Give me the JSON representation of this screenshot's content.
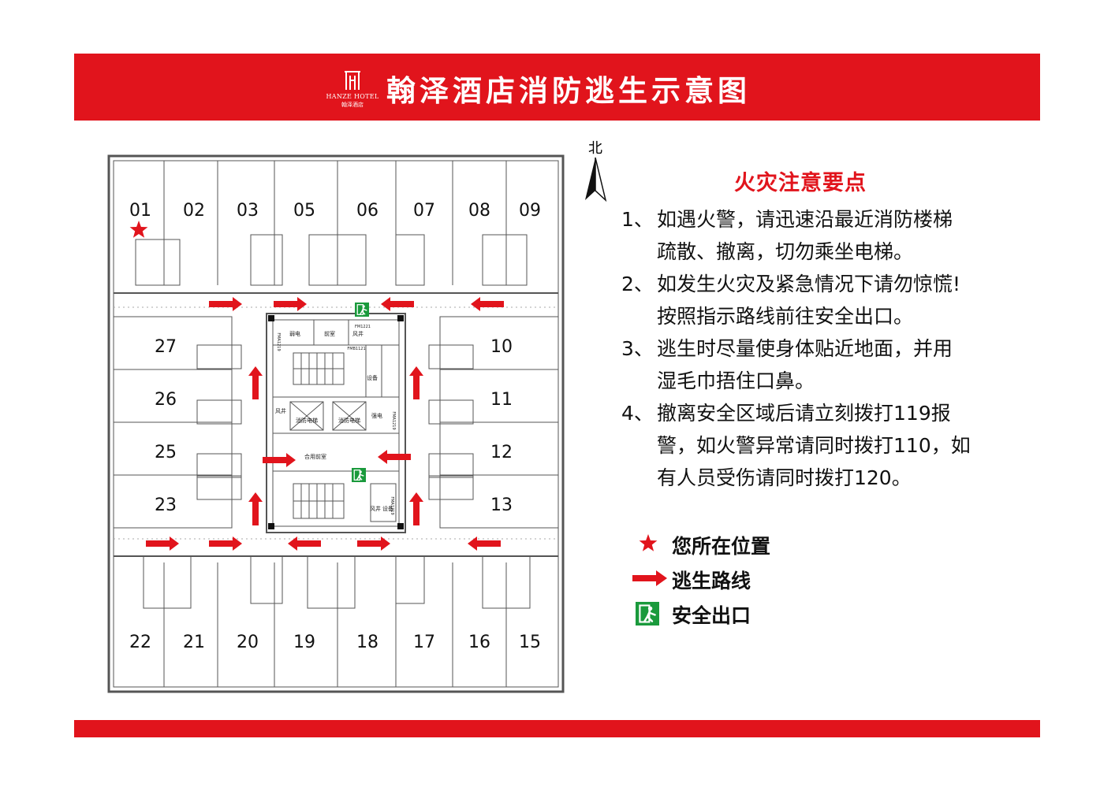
{
  "header": {
    "title": "翰泽酒店消防逃生示意图",
    "logo_en": "HANZE HOTEL",
    "logo_cn": "翰泽酒店"
  },
  "colors": {
    "red": "#e1141c",
    "exit_green": "#1a9a3c",
    "plan_line": "#555555"
  },
  "compass": {
    "label": "北"
  },
  "floor_plan": {
    "rooms_top": [
      "01",
      "02",
      "03",
      "05",
      "06",
      "07",
      "08",
      "09"
    ],
    "rooms_left": [
      "27",
      "26",
      "25",
      "23"
    ],
    "rooms_right": [
      "10",
      "11",
      "12",
      "13"
    ],
    "rooms_bottom": [
      "22",
      "21",
      "20",
      "19",
      "18",
      "17",
      "16",
      "15"
    ],
    "core_labels": [
      "弱电",
      "前室",
      "风井",
      "设备",
      "风井",
      "消防电梯",
      "消防电梯",
      "强电",
      "合用前室",
      "风井",
      "设备"
    ],
    "door_codes": [
      "FM1221",
      "FMB1121",
      "FMA1219",
      "FMA1219",
      "FMA1219"
    ],
    "marker": "star-icon"
  },
  "notes": {
    "title": "火灾注意要点",
    "items": [
      {
        "num": "1、",
        "lines": [
          "如遇火警，请迅速沿最近消防楼梯",
          "疏散、撤离，切勿乘坐电梯。"
        ]
      },
      {
        "num": "2、",
        "lines": [
          "如发生火灾及紧急情况下请勿惊慌!",
          "按照指示路线前往安全出口。"
        ]
      },
      {
        "num": "3、",
        "lines": [
          "逃生时尽量使身体贴近地面，并用",
          "湿毛巾捂住口鼻。"
        ]
      },
      {
        "num": "4、",
        "lines": [
          "撤离安全区域后请立刻拨打119报",
          "警，如火警异常请同时拨打110，如",
          "有人员受伤请同时拨打120。"
        ]
      }
    ]
  },
  "legend": [
    {
      "icon": "star-icon",
      "label": "您所在位置"
    },
    {
      "icon": "arrow-icon",
      "label": "逃生路线"
    },
    {
      "icon": "exit-icon",
      "label": "安全出口"
    }
  ]
}
